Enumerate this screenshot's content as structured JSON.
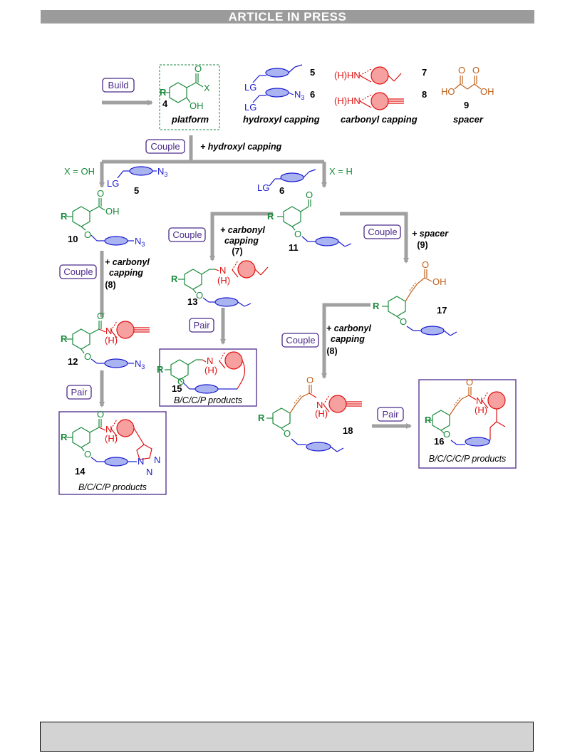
{
  "header": {
    "banner": "ARTICLE IN PRESS"
  },
  "colors": {
    "green": "#1a8a3c",
    "blue": "#1a1ad0",
    "red": "#e01010",
    "orange": "#c0601a",
    "purple": "#4b2a8a",
    "oval_fill": "#a9b4f0",
    "circle_fill": "#f6a0a0",
    "arrow_gray": "#a0a0a0"
  },
  "actions": {
    "build": "Build",
    "couple": "Couple",
    "pair": "Pair"
  },
  "reagents": {
    "hydroxyl_capping": "+ hydroxyl capping",
    "carbonyl_capping_line1": "+ carbonyl",
    "carbonyl_capping_line2": "capping",
    "spacer_plus": "+ spacer",
    "cmpd7": "(7)",
    "cmpd8": "(8)",
    "cmpd9": "(9)"
  },
  "conditions": {
    "x_oh": "X = OH",
    "x_h": "X = H"
  },
  "labels": {
    "platform": "platform",
    "hydroxyl_capping": "hydroxyl capping",
    "carbonyl_capping": "carbonyl capping",
    "spacer": "spacer",
    "bccp": "B/C/C/P products",
    "bcccp": "B/C/C/C/P products"
  },
  "atoms": {
    "R": "R",
    "X": "X",
    "O": "O",
    "OH": "OH",
    "HO": "HO",
    "LG": "LG",
    "N3_N": "N",
    "N3_sub": "3",
    "HHN": "(H)HN",
    "N": "N",
    "H": "(H)",
    "NN": "N"
  },
  "compounds": {
    "c4": "4",
    "c5": "5",
    "c6": "6",
    "c7": "7",
    "c8": "8",
    "c9": "9",
    "c10": "10",
    "c11": "11",
    "c12": "12",
    "c13": "13",
    "c14": "14",
    "c15": "15",
    "c16": "16",
    "c17": "17",
    "c18": "18"
  }
}
